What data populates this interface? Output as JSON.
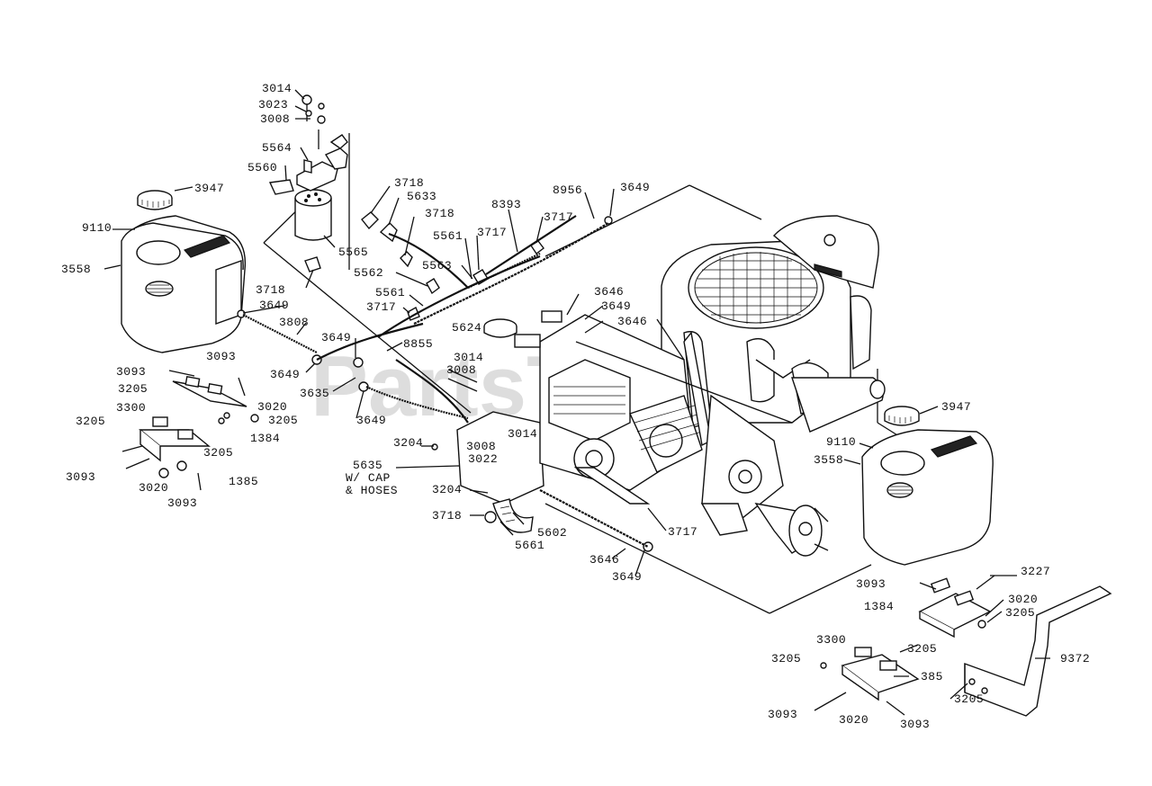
{
  "watermark": "PartsTree",
  "callouts": [
    {
      "id": "c01",
      "text": "3014"
    },
    {
      "id": "c02",
      "text": "3023"
    },
    {
      "id": "c03",
      "text": "3008"
    },
    {
      "id": "c04",
      "text": "5564"
    },
    {
      "id": "c05",
      "text": "5560"
    },
    {
      "id": "c06",
      "text": "3947"
    },
    {
      "id": "c07",
      "text": "9110"
    },
    {
      "id": "c08",
      "text": "3558"
    },
    {
      "id": "c09",
      "text": "5565"
    },
    {
      "id": "c10",
      "text": "3718"
    },
    {
      "id": "c11",
      "text": "5633"
    },
    {
      "id": "c12",
      "text": "3718"
    },
    {
      "id": "c13",
      "text": "8393"
    },
    {
      "id": "c14",
      "text": "3717"
    },
    {
      "id": "c15",
      "text": "8956"
    },
    {
      "id": "c16",
      "text": "3649"
    },
    {
      "id": "c17",
      "text": "5561"
    },
    {
      "id": "c18",
      "text": "3717"
    },
    {
      "id": "c19",
      "text": "5563"
    },
    {
      "id": "c20",
      "text": "5562"
    },
    {
      "id": "c21",
      "text": "3718"
    },
    {
      "id": "c22",
      "text": "5561"
    },
    {
      "id": "c23",
      "text": "3717"
    },
    {
      "id": "c24",
      "text": "3649"
    },
    {
      "id": "c25",
      "text": "3808"
    },
    {
      "id": "c26",
      "text": "3646"
    },
    {
      "id": "c27",
      "text": "3649"
    },
    {
      "id": "c28",
      "text": "5624"
    },
    {
      "id": "c29",
      "text": "3646"
    },
    {
      "id": "c30",
      "text": "3649"
    },
    {
      "id": "c31",
      "text": "8855"
    },
    {
      "id": "c32",
      "text": "3649"
    },
    {
      "id": "c33",
      "text": "3014"
    },
    {
      "id": "c34",
      "text": "3008"
    },
    {
      "id": "c35",
      "text": "3635"
    },
    {
      "id": "c36",
      "text": "3649"
    },
    {
      "id": "c37",
      "text": "3093"
    },
    {
      "id": "c38",
      "text": "3093"
    },
    {
      "id": "c39",
      "text": "3205"
    },
    {
      "id": "c40",
      "text": "3300"
    },
    {
      "id": "c41",
      "text": "3020"
    },
    {
      "id": "c42",
      "text": "3205"
    },
    {
      "id": "c43",
      "text": "3205"
    },
    {
      "id": "c44",
      "text": "1384"
    },
    {
      "id": "c45",
      "text": "3205"
    },
    {
      "id": "c46",
      "text": "3093"
    },
    {
      "id": "c47",
      "text": "3020"
    },
    {
      "id": "c48",
      "text": "1385"
    },
    {
      "id": "c49",
      "text": "3093"
    },
    {
      "id": "c50",
      "text": "3204"
    },
    {
      "id": "c51",
      "text": "3008"
    },
    {
      "id": "c52",
      "text": "3014"
    },
    {
      "id": "c53",
      "text": "3022"
    },
    {
      "id": "c54",
      "text": "5635"
    },
    {
      "id": "c55",
      "text": "W/ CAP"
    },
    {
      "id": "c56",
      "text": "& HOSES"
    },
    {
      "id": "c57",
      "text": "3204"
    },
    {
      "id": "c58",
      "text": "3718"
    },
    {
      "id": "c59",
      "text": "5602"
    },
    {
      "id": "c60",
      "text": "5661"
    },
    {
      "id": "c61",
      "text": "3717"
    },
    {
      "id": "c62",
      "text": "3646"
    },
    {
      "id": "c63",
      "text": "3649"
    },
    {
      "id": "c64",
      "text": "3947"
    },
    {
      "id": "c65",
      "text": "9110"
    },
    {
      "id": "c66",
      "text": "3558"
    },
    {
      "id": "c67",
      "text": "3093"
    },
    {
      "id": "c68",
      "text": "3227"
    },
    {
      "id": "c69",
      "text": "1384"
    },
    {
      "id": "c70",
      "text": "3020"
    },
    {
      "id": "c71",
      "text": "3205"
    },
    {
      "id": "c72",
      "text": "3300"
    },
    {
      "id": "c73",
      "text": "3205"
    },
    {
      "id": "c74",
      "text": "3205"
    },
    {
      "id": "c75",
      "text": "385"
    },
    {
      "id": "c76",
      "text": "9372"
    },
    {
      "id": "c77",
      "text": "3205"
    },
    {
      "id": "c78",
      "text": "3093"
    },
    {
      "id": "c79",
      "text": "3020"
    },
    {
      "id": "c80",
      "text": "3093"
    }
  ]
}
